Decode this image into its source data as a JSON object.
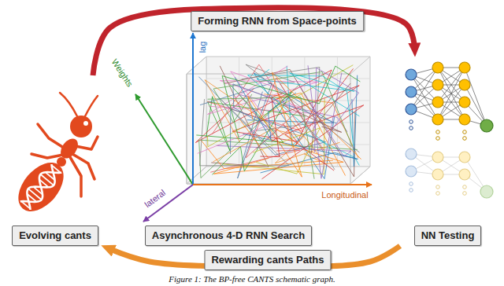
{
  "diagram": {
    "caption": "Figure 1: The BP-free CANTS schematic graph.",
    "nodes": [
      {
        "text": [
          "Evolving cants"
        ]
      },
      {
        "text": [
          "Asynchronous 4-D RNN Search"
        ]
      },
      {
        "text": [
          "NN Testing"
        ]
      }
    ],
    "edges": [
      {
        "from": 0,
        "to": 2,
        "arrow": "to",
        "label": "Forming RNN from Space-points"
      },
      {
        "from": 2,
        "to": 0,
        "arrow": "to",
        "label": "Rewarding cants Paths"
      }
    ],
    "labels": [
      "Weights",
      "lag",
      "Longitudinal",
      "lateral"
    ]
  }
}
